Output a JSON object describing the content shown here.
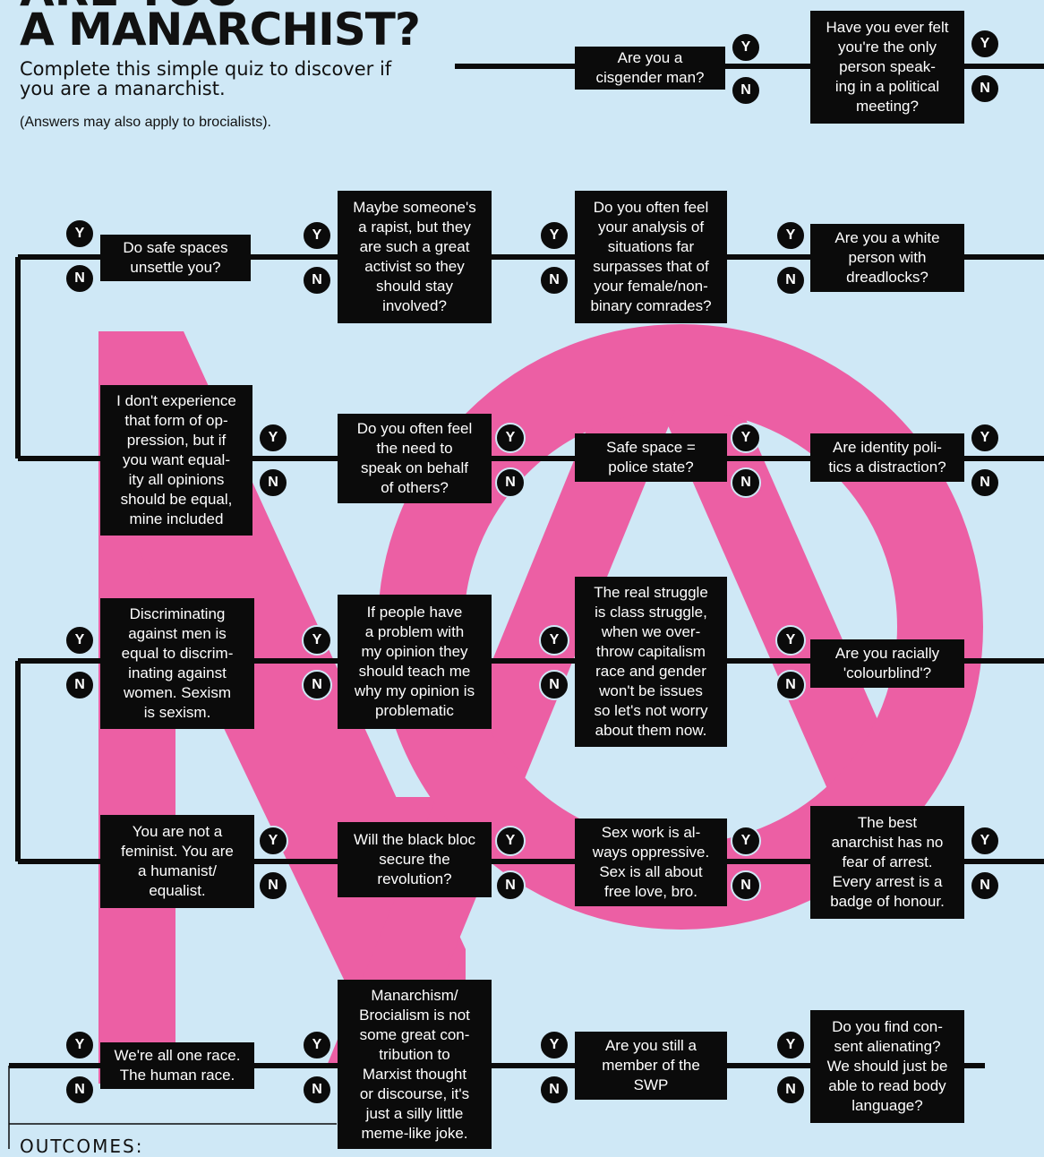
{
  "header": {
    "title_top": "ARE YOU",
    "title": "A MANARCHIST?",
    "subtitle": "Complete this simple quiz to discover if you are a manarchist.",
    "note": "(Answers may also apply to brocialists).",
    "outcomes_label": "OUTCOMES:"
  },
  "colors": {
    "background": "#cfe8f6",
    "box": "#0b0b0b",
    "symbol_pink": "#ec5fa4",
    "line": "#0b0b0b"
  },
  "labels": {
    "yes": "Y",
    "no": "N"
  },
  "questions": {
    "q1": "Are you a\ncisgender man?",
    "q2": "Have you ever felt\nyou're the only\nperson speak-\ning in a political\nmeeting?",
    "q3": "Are you a white\nperson with\ndreadlocks?",
    "q4": "Do you often feel\nyour analysis of\nsituations far\nsurpasses that of\nyour female/non-\nbinary comrades?",
    "q5": "Maybe someone's\na rapist, but they\nare such a great\nactivist so they\nshould stay\ninvolved?",
    "q6": "Do safe spaces\nunsettle you?",
    "q7": "I don't experience\nthat form of op-\npression, but if\nyou want equal-\nity all opinions\nshould be equal,\nmine included",
    "q8": "Do you often feel\nthe need to\nspeak on behalf\nof others?",
    "q9": "Safe space =\npolice state?",
    "q10": "Are identity poli-\ntics a distraction?",
    "q11": "Are you racially\n'colourblind'?",
    "q12": "The real struggle\nis class struggle,\nwhen we over-\nthrow capitalism\nrace and gender\nwon't be issues\nso let's not worry\nabout them now.",
    "q13": "If people have\na problem with\nmy opinion they\nshould teach me\nwhy my opinion is\nproblematic",
    "q14": "Discriminating\nagainst men is\nequal to discrim-\ninating against\nwomen. Sexism\nis sexism.",
    "q15": "You are not a\nfeminist. You are\na humanist/\nequalist.",
    "q16": "Will the black bloc\nsecure the\nrevolution?",
    "q17": "Sex work is al-\nways oppressive.\nSex is all about\nfree love, bro.",
    "q18": "The best\nanarchist has no\nfear of arrest.\nEvery arrest is a\nbadge of honour.",
    "q19": "Do you find con-\nsent alienating?\nWe should just be\nable to read body\nlanguage?",
    "q20": "Are you still a\nmember of the\nSWP",
    "q21": "Manarchism/\nBrocialism is not\nsome great con-\ntribution to\nMarxist thought\nor discourse, it's\njust a silly little\nmeme-like joke.",
    "q22": "We're all one race.\nThe human race."
  }
}
